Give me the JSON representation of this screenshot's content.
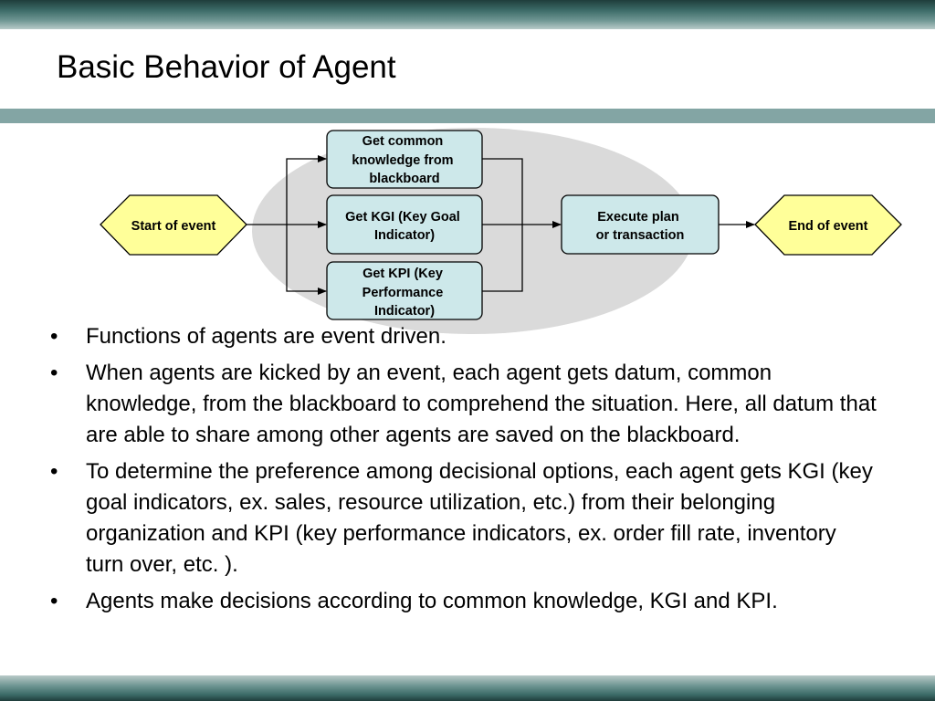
{
  "slide": {
    "title": "Basic Behavior of Agent"
  },
  "diagram": {
    "start": {
      "lines": [
        "Start of event"
      ]
    },
    "step_common": {
      "lines": [
        "Get common",
        "knowledge from",
        "blackboard"
      ]
    },
    "step_kgi": {
      "lines": [
        "Get KGI (Key Goal",
        "Indicator)"
      ]
    },
    "step_kpi": {
      "lines": [
        "Get KPI (Key",
        "Performance",
        "Indicator)"
      ]
    },
    "execute": {
      "lines": [
        "Execute plan",
        "or transaction"
      ]
    },
    "end": {
      "lines": [
        "End of event"
      ]
    },
    "colors": {
      "hexagon_fill": "#ffff99",
      "step_fill": "#cde8ea",
      "group_ellipse": "#dadada",
      "stroke": "#000000"
    }
  },
  "bullets": [
    "Functions of agents are event driven.",
    "When agents are kicked by an event, each agent gets datum, common knowledge, from the blackboard to comprehend the situation. Here, all datum that are able to share among other agents are saved on the blackboard.",
    "To determine the preference among decisional options, each agent gets KGI (key goal indicators, ex. sales, resource utilization, etc.) from their belonging organization and KPI (key performance indicators, ex. order fill rate, inventory turn over, etc. ).",
    "Agents make decisions according to common knowledge, KGI and KPI."
  ],
  "bullet_glyph": "•"
}
